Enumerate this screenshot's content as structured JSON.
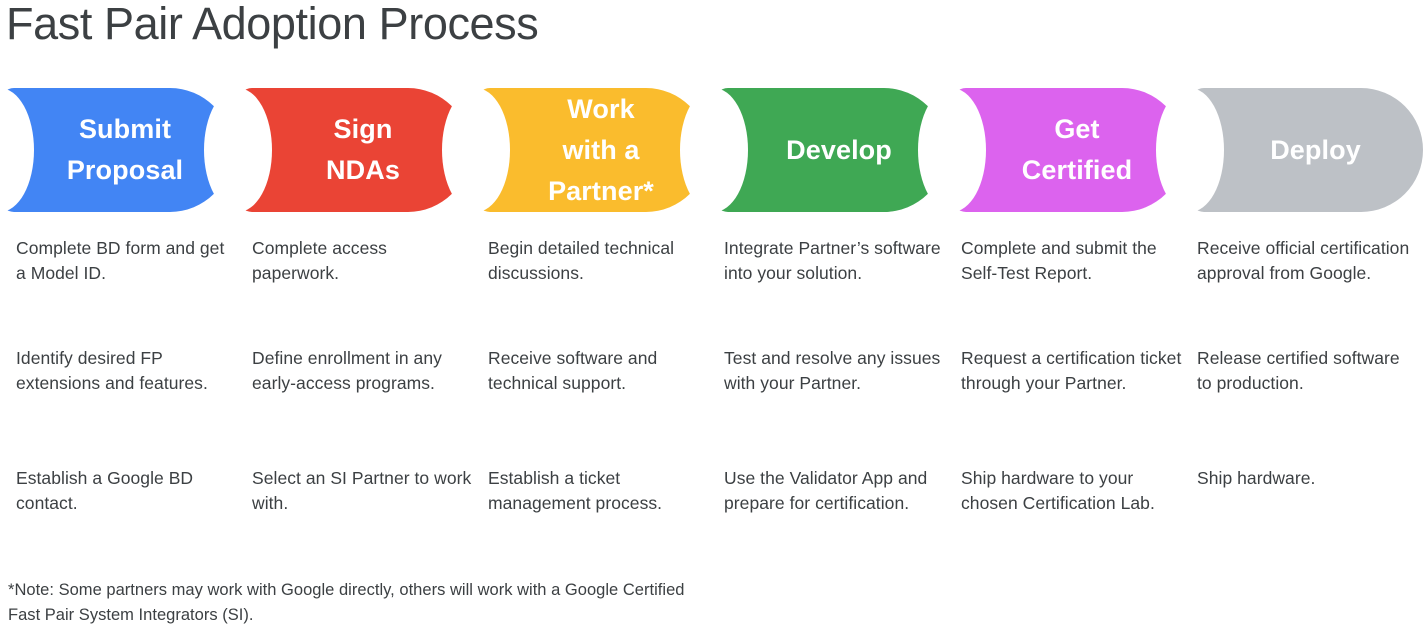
{
  "page": {
    "title": "Fast Pair Adoption Process",
    "background_color": "#ffffff",
    "text_color": "#3c4043"
  },
  "stages": [
    {
      "label": "Submit\nProposal",
      "color": "#4285F4",
      "name": "submit-proposal",
      "steps": [
        "Complete BD form and get a Model ID.",
        "Identify desired FP extensions and features.",
        "Establish a Google BD contact."
      ]
    },
    {
      "label": "Sign\nNDAs",
      "color": "#EA4435",
      "name": "sign-ndas",
      "steps": [
        "Complete access paperwork.",
        "Define enrollment in any early-access programs.",
        "Select an SI Partner to work with."
      ]
    },
    {
      "label": "Work\nwith a\nPartner*",
      "color": "#FABC2D",
      "name": "work-with-a-partner",
      "steps": [
        "Begin detailed technical discussions.",
        "Receive software and technical support.",
        "Establish a ticket management process."
      ]
    },
    {
      "label": "Develop",
      "color": "#3FA854",
      "name": "develop",
      "steps": [
        "Integrate Partner’s software into your solution.",
        "Test and resolve any issues with your Partner.",
        "Use the Validator App and prepare for certification."
      ]
    },
    {
      "label": "Get\nCertified",
      "color": "#DC63EE",
      "name": "get-certified",
      "steps": [
        "Complete and submit the Self-Test Report.",
        "Request a certification ticket through your Partner.",
        "Ship hardware to your chosen Certification Lab."
      ]
    },
    {
      "label": "Deploy",
      "color": "#BDC1C6",
      "name": "deploy",
      "steps": [
        "Receive official certification approval from Google.",
        "Release certified software to production.",
        "Ship hardware."
      ]
    }
  ],
  "footnote": "*Note: Some partners may work with Google directly, others will work with a Google Certified Fast Pair System Integrators (SI)."
}
